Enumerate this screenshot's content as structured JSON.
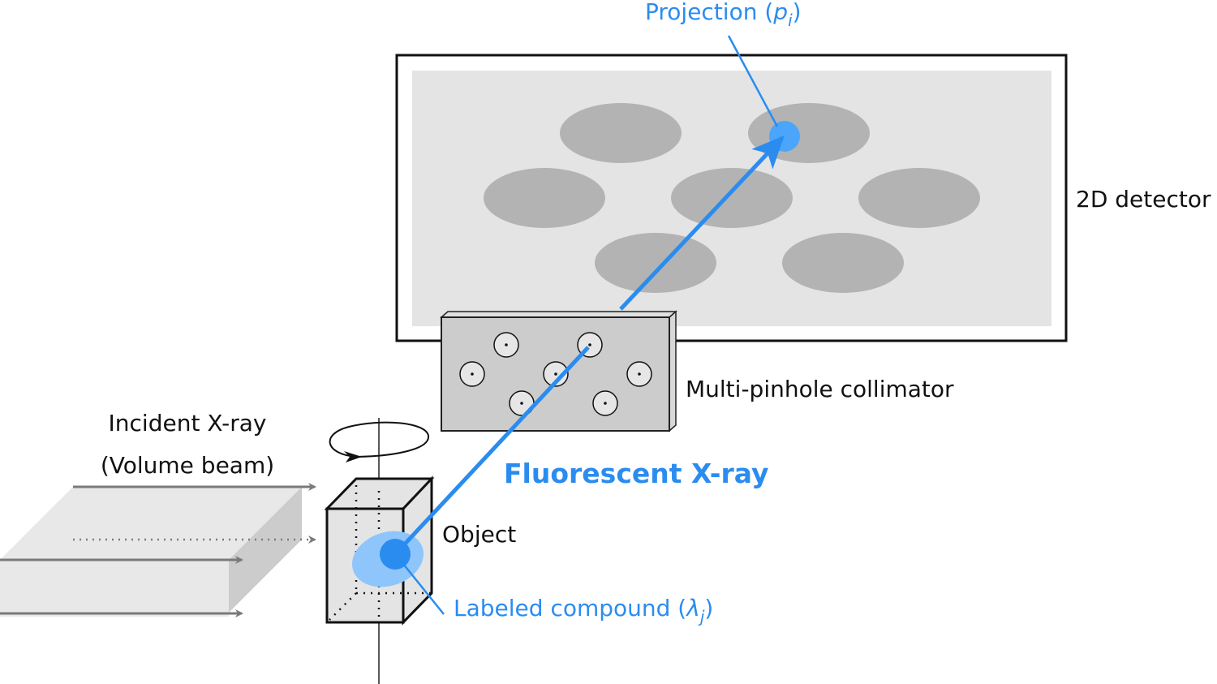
{
  "labels": {
    "projection": "Projection (",
    "projection_var": "p",
    "projection_sub": "i",
    "projection_close": ")",
    "detector": "2D detector",
    "collimator": "Multi-pinhole collimator",
    "fluorescent": "Fluorescent X-ray",
    "incident_line1": "Incident X-ray",
    "incident_line2": "(Volume beam)",
    "object": "Object",
    "compound": "Labeled compound (",
    "compound_var": "λ",
    "compound_sub": "j",
    "compound_close": ")"
  },
  "colors": {
    "accent_blue": "#2b8cf0",
    "light_blue": "#8ec5fb",
    "projection_dot": "#4aa5fb",
    "detector_bg": "#e4e4e4",
    "spot_gray": "#b3b3b3",
    "collimator_gray": "#cccccc"
  },
  "counts": {
    "detector_spots": 7,
    "pinholes": 7
  }
}
